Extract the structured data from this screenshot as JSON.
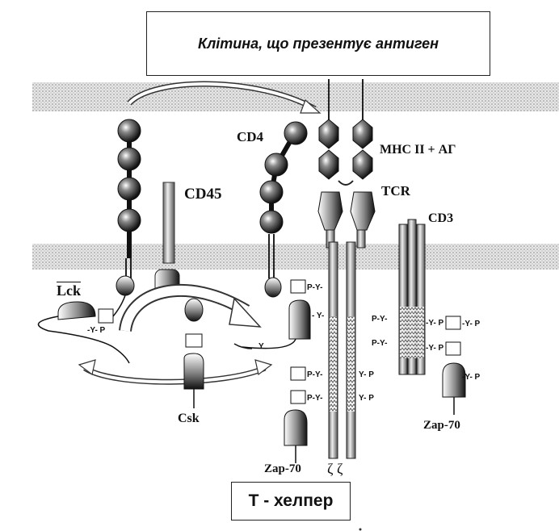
{
  "apc_title": "Клітина, що презентує антиген",
  "t_helper": "Т - хелпер",
  "labels": {
    "cd4": "CD4",
    "cd45": "CD45",
    "mhc": "MHC II + АГ",
    "tcr": "TCR",
    "cd3": "CD3",
    "lck": "Lck",
    "csk": "Csk",
    "zap70_left": "Zap-70",
    "zap70_right": "Zap-70",
    "zeta": "ζ ζ"
  },
  "phospho": {
    "py": "P-Y-",
    "yp": "-Y- P",
    "y_dash": "- Y-",
    "y_p": "Y- P",
    "y": "Y"
  }
}
